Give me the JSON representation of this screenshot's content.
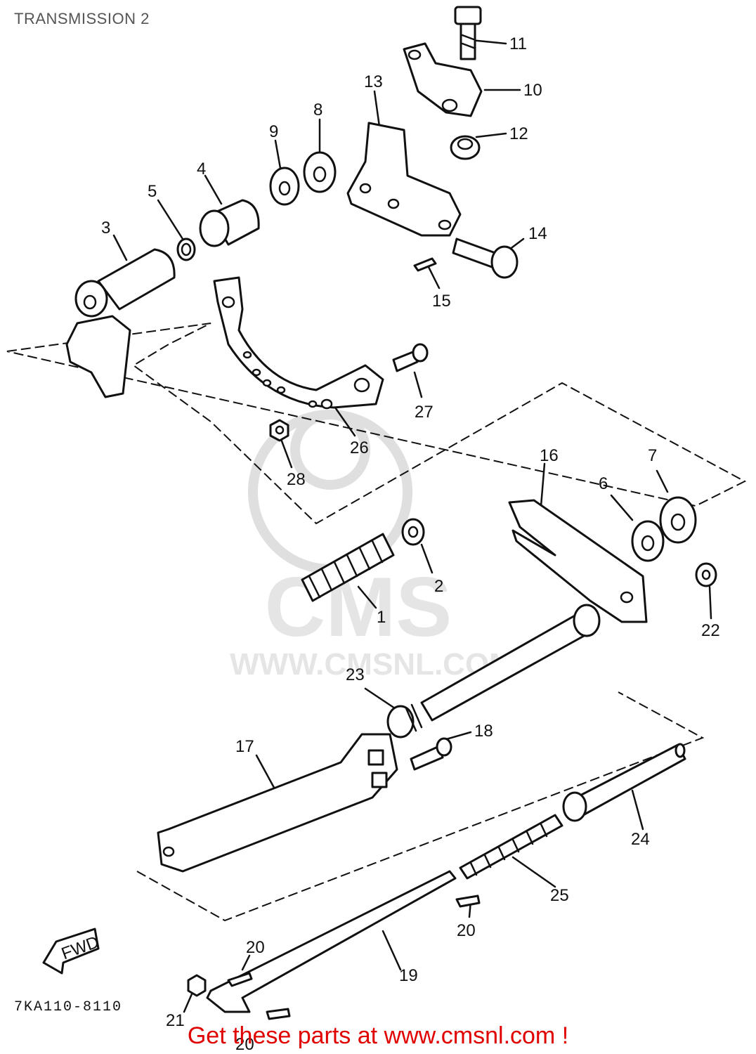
{
  "title": "TRANSMISSION 2",
  "drawing_code": "7KA110-8110",
  "footer": "Get these parts at www.cmsnl.com !",
  "watermark": {
    "logo_text": "CMS",
    "url_text": "WWW.CMSNL.COM"
  },
  "direction_marker": "FWD",
  "colors": {
    "line": "#111111",
    "footer": "#e00000",
    "title": "#555555",
    "watermark": "#e3e3e3"
  },
  "callouts": [
    {
      "id": "c11",
      "label": "11"
    },
    {
      "id": "c10",
      "label": "10"
    },
    {
      "id": "c13",
      "label": "13"
    },
    {
      "id": "c8",
      "label": "8"
    },
    {
      "id": "c12",
      "label": "12"
    },
    {
      "id": "c9",
      "label": "9"
    },
    {
      "id": "c4",
      "label": "4"
    },
    {
      "id": "c5",
      "label": "5"
    },
    {
      "id": "c3",
      "label": "3"
    },
    {
      "id": "c14",
      "label": "14"
    },
    {
      "id": "c15",
      "label": "15"
    },
    {
      "id": "c27",
      "label": "27"
    },
    {
      "id": "c26",
      "label": "26"
    },
    {
      "id": "c28",
      "label": "28"
    },
    {
      "id": "c16",
      "label": "16"
    },
    {
      "id": "c7",
      "label": "7"
    },
    {
      "id": "c6",
      "label": "6"
    },
    {
      "id": "c2",
      "label": "2"
    },
    {
      "id": "c1",
      "label": "1"
    },
    {
      "id": "c22",
      "label": "22"
    },
    {
      "id": "c23",
      "label": "23"
    },
    {
      "id": "c18",
      "label": "18"
    },
    {
      "id": "c17",
      "label": "17"
    },
    {
      "id": "c24",
      "label": "24"
    },
    {
      "id": "c25",
      "label": "25"
    },
    {
      "id": "c20a",
      "label": "20"
    },
    {
      "id": "c20b",
      "label": "20"
    },
    {
      "id": "c19",
      "label": "19"
    },
    {
      "id": "c21",
      "label": "21"
    },
    {
      "id": "c20c",
      "label": "20"
    }
  ]
}
